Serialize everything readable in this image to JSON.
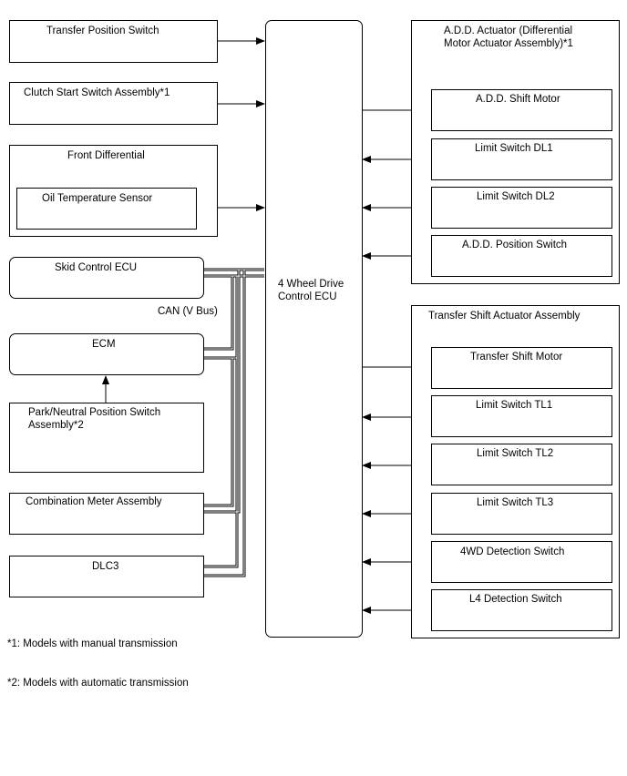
{
  "left": {
    "transfer_position_switch": "Transfer Position Switch",
    "clutch_start_switch": "Clutch Start Switch Assembly*1",
    "front_differential": "Front Differential",
    "oil_temperature_sensor": "Oil Temperature Sensor",
    "skid_control_ecu": "Skid Control ECU",
    "can_bus": "CAN (V Bus)",
    "ecm": "ECM",
    "park_neutral_line1": "Park/Neutral Position Switch",
    "park_neutral_line2": "Assembly*2",
    "combination_meter": "Combination Meter Assembly",
    "dlc3": "DLC3"
  },
  "center": {
    "ecu_line1": "4 Wheel Drive",
    "ecu_line2": "Control ECU"
  },
  "right": {
    "add_actuator_line1": "A.D.D. Actuator (Differential",
    "add_actuator_line2": "Motor Actuator Assembly)*1",
    "add_shift_motor": "A.D.D. Shift Motor",
    "limit_switch_dl1": "Limit Switch DL1",
    "limit_switch_dl2": "Limit Switch DL2",
    "add_position_switch": "A.D.D. Position Switch",
    "transfer_shift_actuator": "Transfer Shift Actuator Assembly",
    "transfer_shift_motor": "Transfer Shift Motor",
    "limit_switch_tl1": "Limit Switch TL1",
    "limit_switch_tl2": "Limit Switch TL2",
    "limit_switch_tl3": "Limit Switch TL3",
    "wd4_detection_switch": "4WD Detection Switch",
    "l4_detection_switch": "L4 Detection Switch"
  },
  "notes": {
    "note1": "*1: Models with manual transmission",
    "note2": "*2: Models with automatic transmission"
  }
}
